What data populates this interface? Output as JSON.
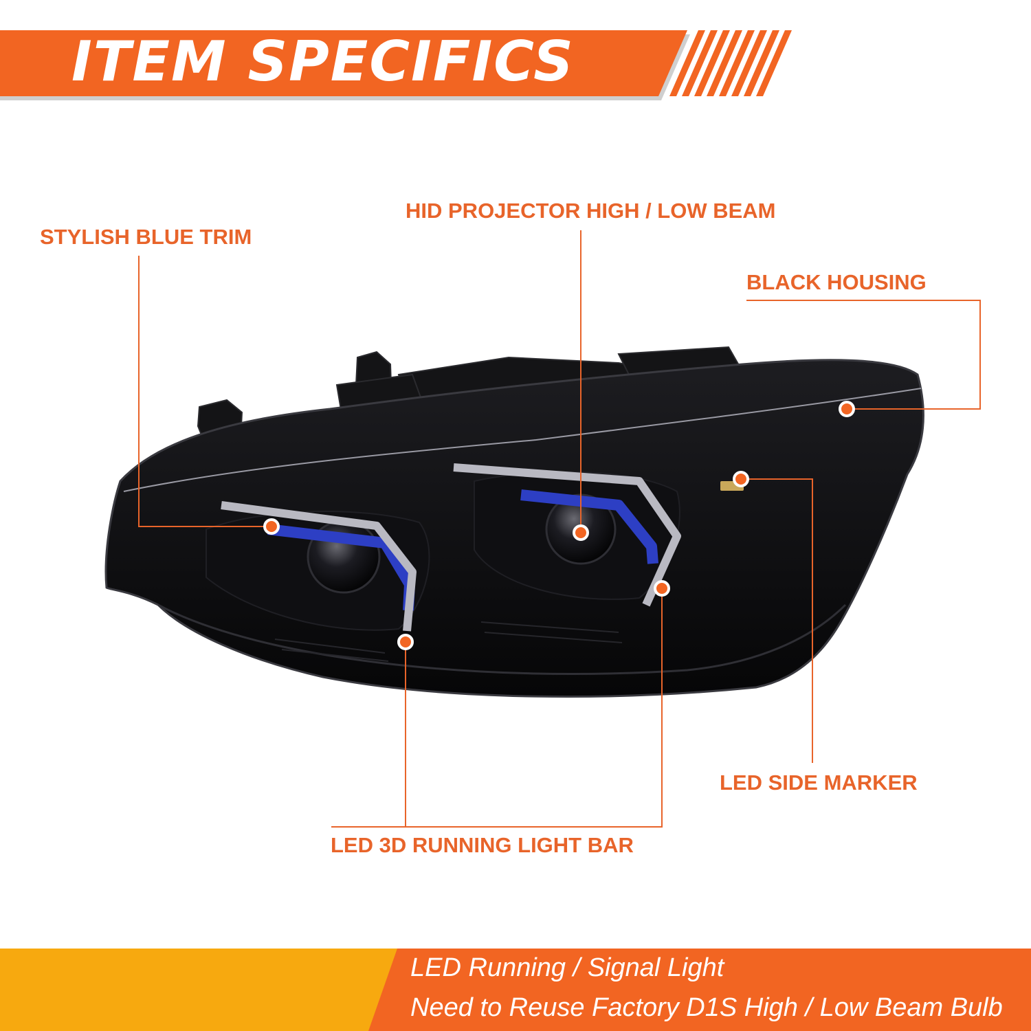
{
  "banner": {
    "title": "ITEM SPECIFICS"
  },
  "callouts": {
    "stylish_blue_trim": "STYLISH BLUE TRIM",
    "hid_projector": "HID PROJECTOR HIGH / LOW BEAM",
    "black_housing": "BLACK HOUSING",
    "led_side_marker": "LED SIDE MARKER",
    "led_running_bar": "LED 3D RUNNING LIGHT BAR"
  },
  "footer": {
    "line1": "LED Running / Signal Light",
    "line2": "Need to Reuse Factory D1S High / Low Beam Bulb"
  },
  "colors": {
    "accent_orange": "#f26522",
    "callout_text": "#e8642a",
    "footer_yellow": "#f7a90f",
    "trim_blue": "#2d3fc4",
    "housing_black": "#0b0b0d"
  }
}
